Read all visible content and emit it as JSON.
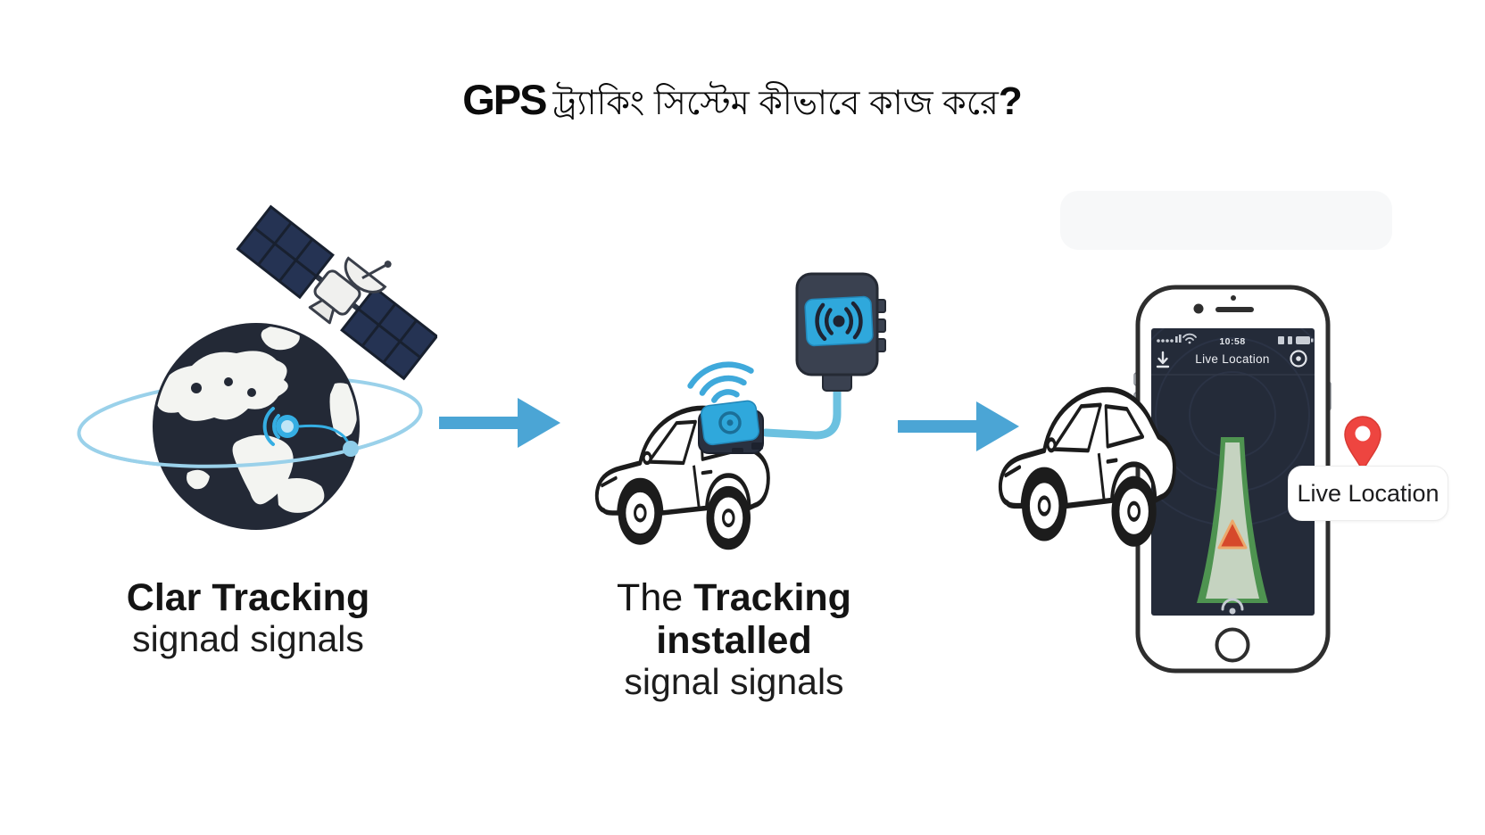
{
  "title": {
    "latin": "GPS",
    "bengali": "ট্র্যাকিং সিস্টেম কীভাবে কাজ করে",
    "question_mark": "?"
  },
  "steps": [
    {
      "caption_line1": "Clar Tracking",
      "caption_line2": "signad signals"
    },
    {
      "caption_line1_prefix": "The ",
      "caption_line1_emphasis": "Tracking installed",
      "caption_line2": "signal signals"
    }
  ],
  "phone": {
    "status_time": "10:58",
    "app_title": "Live Location"
  },
  "map_pin_label": "Live Location",
  "icons": {
    "satellite": "satellite-with-solar-panels-icon",
    "globe": "earth-globe-icon",
    "signal_dot": "gps-signal-dot-icon",
    "arrow": "right-arrow-icon",
    "tracker_device": "gps-tracker-device-icon",
    "wifi_waves": "wifi-waves-icon",
    "car": "car-outline-icon",
    "phone": "smartphone-icon",
    "location_pin": "location-pin-icon",
    "download": "download-icon",
    "target": "target-icon",
    "home_button": "home-button-icon",
    "navigation_marker": "navigation-triangle-icon"
  },
  "colors": {
    "arrow_blue": "#4BA5D5",
    "device_blue": "#2FA8DC",
    "cable_blue": "#6CC1E0",
    "orbit_blue": "#9AD1EA",
    "navy": "#232936",
    "screen_navy": "#242B39",
    "road_green": "#4E9350",
    "road_inner": "#C5D3C0",
    "marker_red": "#D6492B",
    "pin_red": "#EE4540"
  }
}
